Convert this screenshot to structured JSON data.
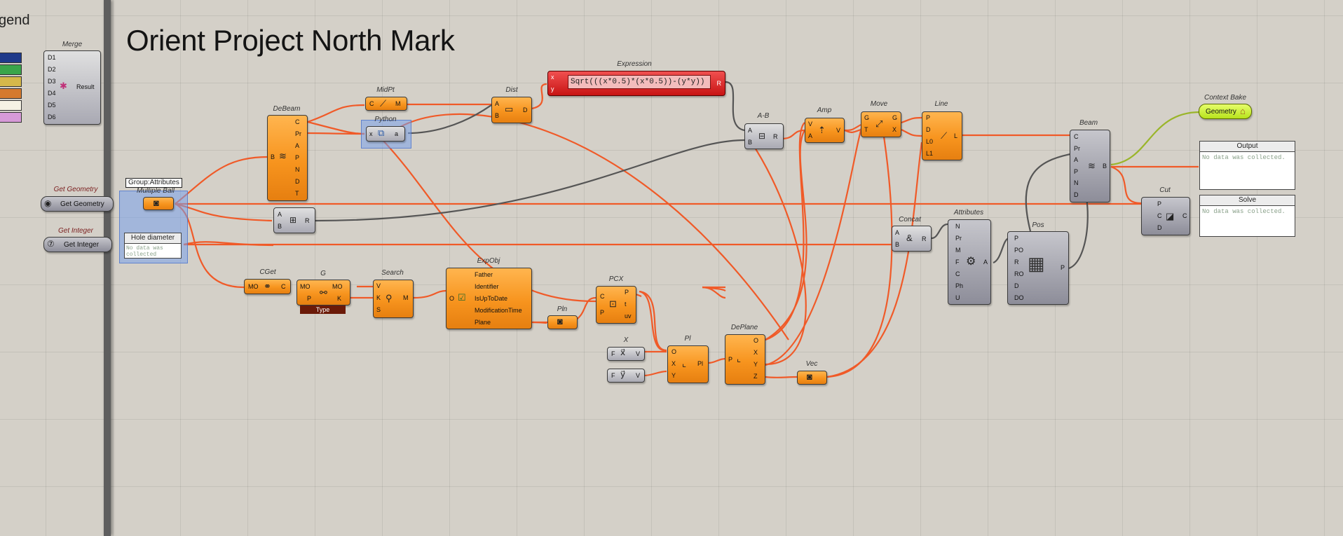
{
  "title": "Orient Project North Mark",
  "legend": {
    "title": "gend",
    "merge_label": "Merge",
    "inputs": [
      "D1",
      "D2",
      "D3",
      "D4",
      "D5",
      "D6"
    ],
    "output": "Result",
    "swatch_colors": [
      "#1f3a8a",
      "#3aa54a",
      "#d5b84a",
      "#d57a2e",
      "#f6f2e4",
      "#d79ad8"
    ]
  },
  "params": {
    "get_geometry": {
      "label": "Get Geometry",
      "caption": "Get Geometry"
    },
    "get_integer": {
      "label": "Get Integer",
      "caption": "Get Integer"
    }
  },
  "group": {
    "tooltip": "Group:Attributes",
    "multiple_ball": "Multiple Ball",
    "hole_panel": {
      "header": "Hole diameter",
      "body": "No data was collected"
    }
  },
  "components": {
    "debeam": {
      "label": "DeBeam",
      "in": [
        "B"
      ],
      "out": [
        "C",
        "Pr",
        "A",
        "P",
        "N",
        "D",
        "T"
      ]
    },
    "midpt": {
      "label": "MidPt",
      "in": [
        "C"
      ],
      "out": [
        "M"
      ]
    },
    "python": {
      "label": "Python",
      "in": [
        "x"
      ],
      "out": [
        "a"
      ]
    },
    "dist": {
      "label": "Dist",
      "in": [
        "A",
        "B"
      ],
      "out": [
        "D"
      ]
    },
    "expression": {
      "label": "Expression",
      "formula": "Sqrt(((x*0.5)*(x*0.5))-(y*y))",
      "in": [
        "x",
        "y"
      ],
      "out": [
        "R"
      ]
    },
    "amb": {
      "label": "A-B",
      "in": [
        "A",
        "B"
      ],
      "out": [
        "R"
      ]
    },
    "amp": {
      "label": "Amp",
      "in": [
        "V",
        "A"
      ],
      "out": [
        "V"
      ]
    },
    "move": {
      "label": "Move",
      "in": [
        "G",
        "T"
      ],
      "out": [
        "G",
        "X"
      ]
    },
    "line": {
      "label": "Line",
      "in": [
        "P",
        "D",
        "L0",
        "L1"
      ],
      "out": [
        "L"
      ]
    },
    "beam": {
      "label": "Beam",
      "in": [
        "C",
        "Pr",
        "A",
        "P",
        "N",
        "D"
      ],
      "out": [
        "B"
      ]
    },
    "context_bake": {
      "label": "Context Bake",
      "caption": "Geometry"
    },
    "cut": {
      "label": "Cut",
      "in": [
        "P",
        "C",
        "D"
      ],
      "out": [
        "C"
      ]
    },
    "add": {
      "label": "",
      "in": [
        "A",
        "B"
      ],
      "out": [
        "R"
      ]
    },
    "concat": {
      "label": "Concat",
      "in": [
        "A",
        "B"
      ],
      "out": [
        "R"
      ]
    },
    "attributes": {
      "label": "Attributes",
      "in": [
        "N",
        "Pr",
        "M",
        "F",
        "C",
        "Ph",
        "U"
      ],
      "out": [
        "A"
      ]
    },
    "pos": {
      "label": "Pos",
      "in": [
        "P",
        "PO",
        "R",
        "RO",
        "D",
        "DO"
      ],
      "out": [
        "P"
      ]
    },
    "cget": {
      "label": "CGet",
      "in": [
        "MO"
      ],
      "out": [
        "C"
      ]
    },
    "g": {
      "label": "G",
      "in": [
        "MO",
        "P"
      ],
      "out": [
        "MO",
        "K"
      ],
      "type": "Type"
    },
    "search": {
      "label": "Search",
      "in": [
        "V",
        "K",
        "S"
      ],
      "out": [
        "M"
      ]
    },
    "expobj": {
      "label": "ExpObj",
      "in": [
        "O"
      ],
      "out": [
        "Father",
        "Identifier",
        "IsUpToDate",
        "ModificationTime",
        "Plane"
      ]
    },
    "pln": {
      "label": "Pln"
    },
    "pcx": {
      "label": "PCX",
      "in": [
        "C",
        "P"
      ],
      "out": [
        "P",
        "t",
        "uv"
      ]
    },
    "x": {
      "label": "X",
      "in": [
        "F"
      ],
      "out": [
        "V"
      ]
    },
    "y": {
      "label": "",
      "in": [
        "F"
      ],
      "out": [
        "V"
      ]
    },
    "pl": {
      "label": "Pl",
      "in": [
        "O",
        "X",
        "Y"
      ],
      "out": [
        "Pl"
      ]
    },
    "deplane": {
      "label": "DePlane",
      "in": [
        "P"
      ],
      "out": [
        "O",
        "X",
        "Y",
        "Z"
      ]
    },
    "vec": {
      "label": "Vec"
    }
  },
  "panels": {
    "output": {
      "header": "Output",
      "body": "No data was collected."
    },
    "solve": {
      "header": "Solve",
      "body": "No data was collected."
    }
  },
  "colors": {
    "canvas": "#d4d0c8",
    "wire": "#f05a28",
    "wire_gray": "#555555",
    "wire_green": "#9ab52a",
    "component": "#f7941e",
    "expression": "#d42020"
  }
}
